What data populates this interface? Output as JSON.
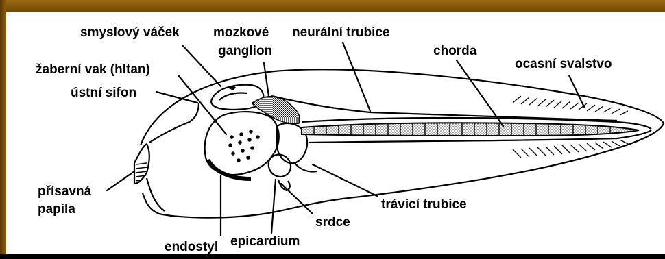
{
  "labels": {
    "smyslovy_vacek": "smyslový váček",
    "mozkove": "mozkové",
    "ganglion": "ganglion",
    "neuralni_trubice": "neurální trubice",
    "zaberni_vak": "žaberní vak (hltan)",
    "chorda": "chorda",
    "ocasni_svalstvo": "ocasní svalstvo",
    "ustni_sifon": "ústní sifon",
    "prisavna": "přísavná",
    "papila": "papila",
    "travici_trubice": "trávicí trubice",
    "srdce": "srdce",
    "endostyl": "endostyl",
    "epicardium": "epicardium"
  },
  "colors": {
    "frame": "#8a5c0e",
    "ink": "#000000",
    "background": "#ffffff"
  }
}
